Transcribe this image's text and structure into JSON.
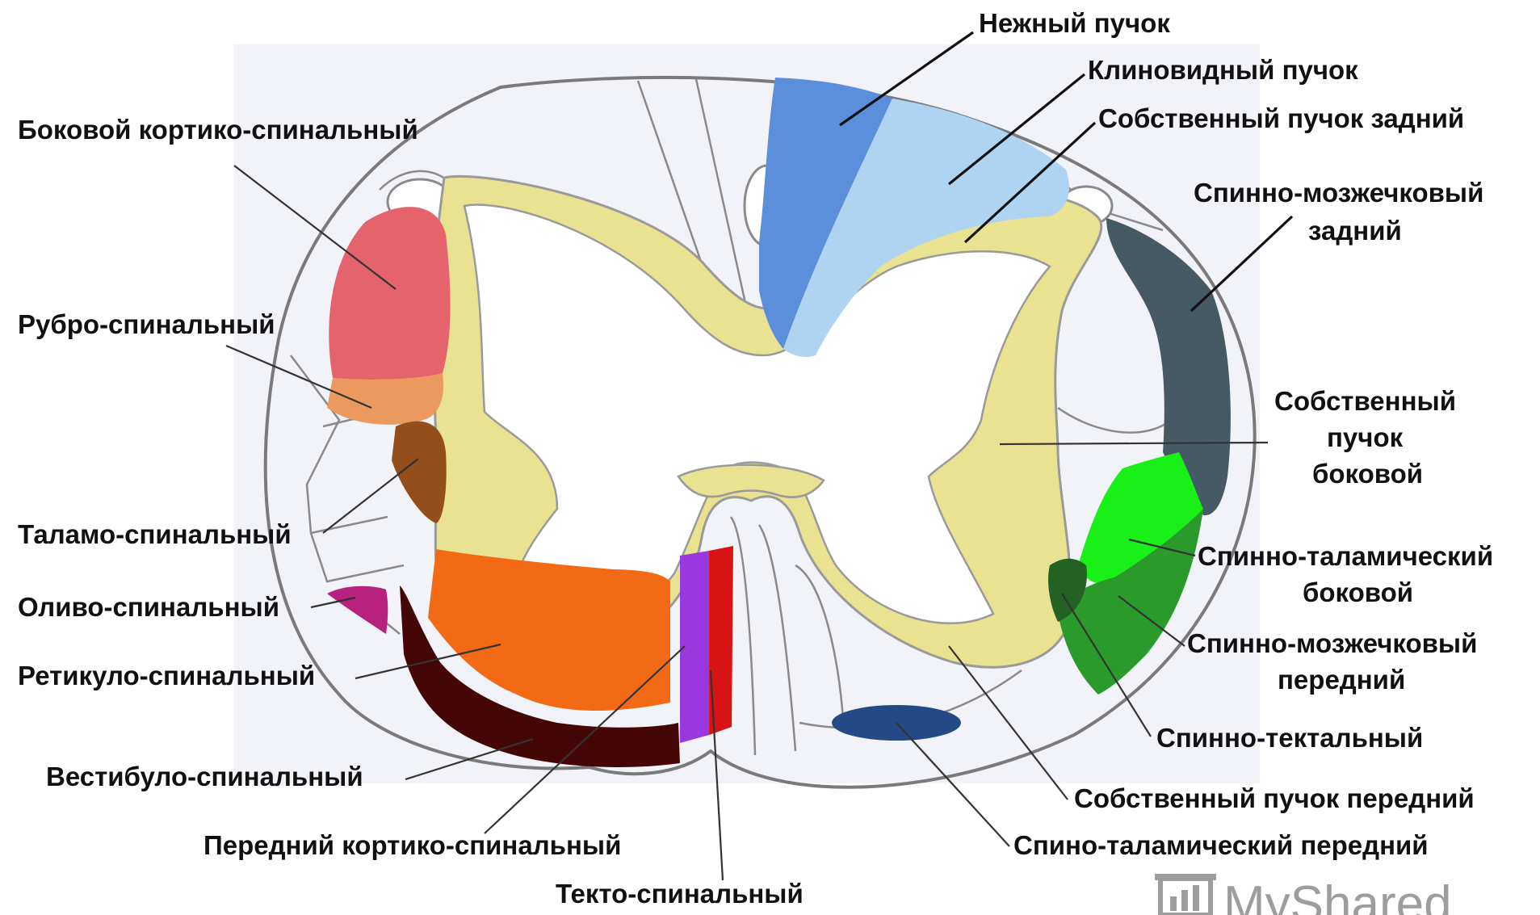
{
  "labels": {
    "nezhny": "Нежный пучок",
    "klinovidny": "Клиновидный пучок",
    "sobstv_zadny": "Собственный пучок задний",
    "spinno_mozzh_zadny_1": "Спинно-мозжечковый",
    "spinno_mozzh_zadny_2": "задний",
    "bokovoy_kortiko": "Боковой кортико-спинальный",
    "rubro": "Рубро-спинальный",
    "sobstv_bokovoy_1": "Собственный",
    "sobstv_bokovoy_2": "пучок",
    "sobstv_bokovoy_3": "боковой",
    "talamo": "Таламо-спинальный",
    "olivo": "Оливо-спинальный",
    "spinno_talam_bokovoy_1": "Спинно-таламический",
    "spinno_talam_bokovoy_2": "боковой",
    "retikulo": "Ретикуло-спинальный",
    "spinno_mozzh_peredny_1": "Спинно-мозжечковый",
    "spinno_mozzh_peredny_2": "передний",
    "spinno_tektalny": "Спинно-тектальный",
    "vestibulo": "Вестибуло-спинальный",
    "sobstv_peredny": "Собственный пучок передний",
    "peredny_kortiko": "Передний кортико-спинальный",
    "spino_talam_peredny": "Спино-таламический передний",
    "tekto": "Текто-спинальный"
  },
  "watermark": {
    "text": "MyShared",
    "icon": "chart-board-icon"
  },
  "colors": {
    "grey_matter": "#e9e291",
    "nezhny": "#5b8fdc",
    "klinovidny": "#aed4f2",
    "spinno_mozzh_zadny": "#465a66",
    "bokovoy_kortiko": "#e5636c",
    "rubro": "#eb9a5f",
    "talamo": "#944e1c",
    "olivo": "#b8227f",
    "retikulo": "#f26a16",
    "vestibulo": "#450606",
    "peredny_kortiko": "#9a38e0",
    "tekto": "#d81414",
    "spinno_talam_bokovoy": "#18f018",
    "spinno_mozzh_peredny": "#2a9a2a",
    "spinno_tektalny": "#236223",
    "spino_talam_peredny": "#244a85",
    "background_panel": "#f2f3f9"
  }
}
